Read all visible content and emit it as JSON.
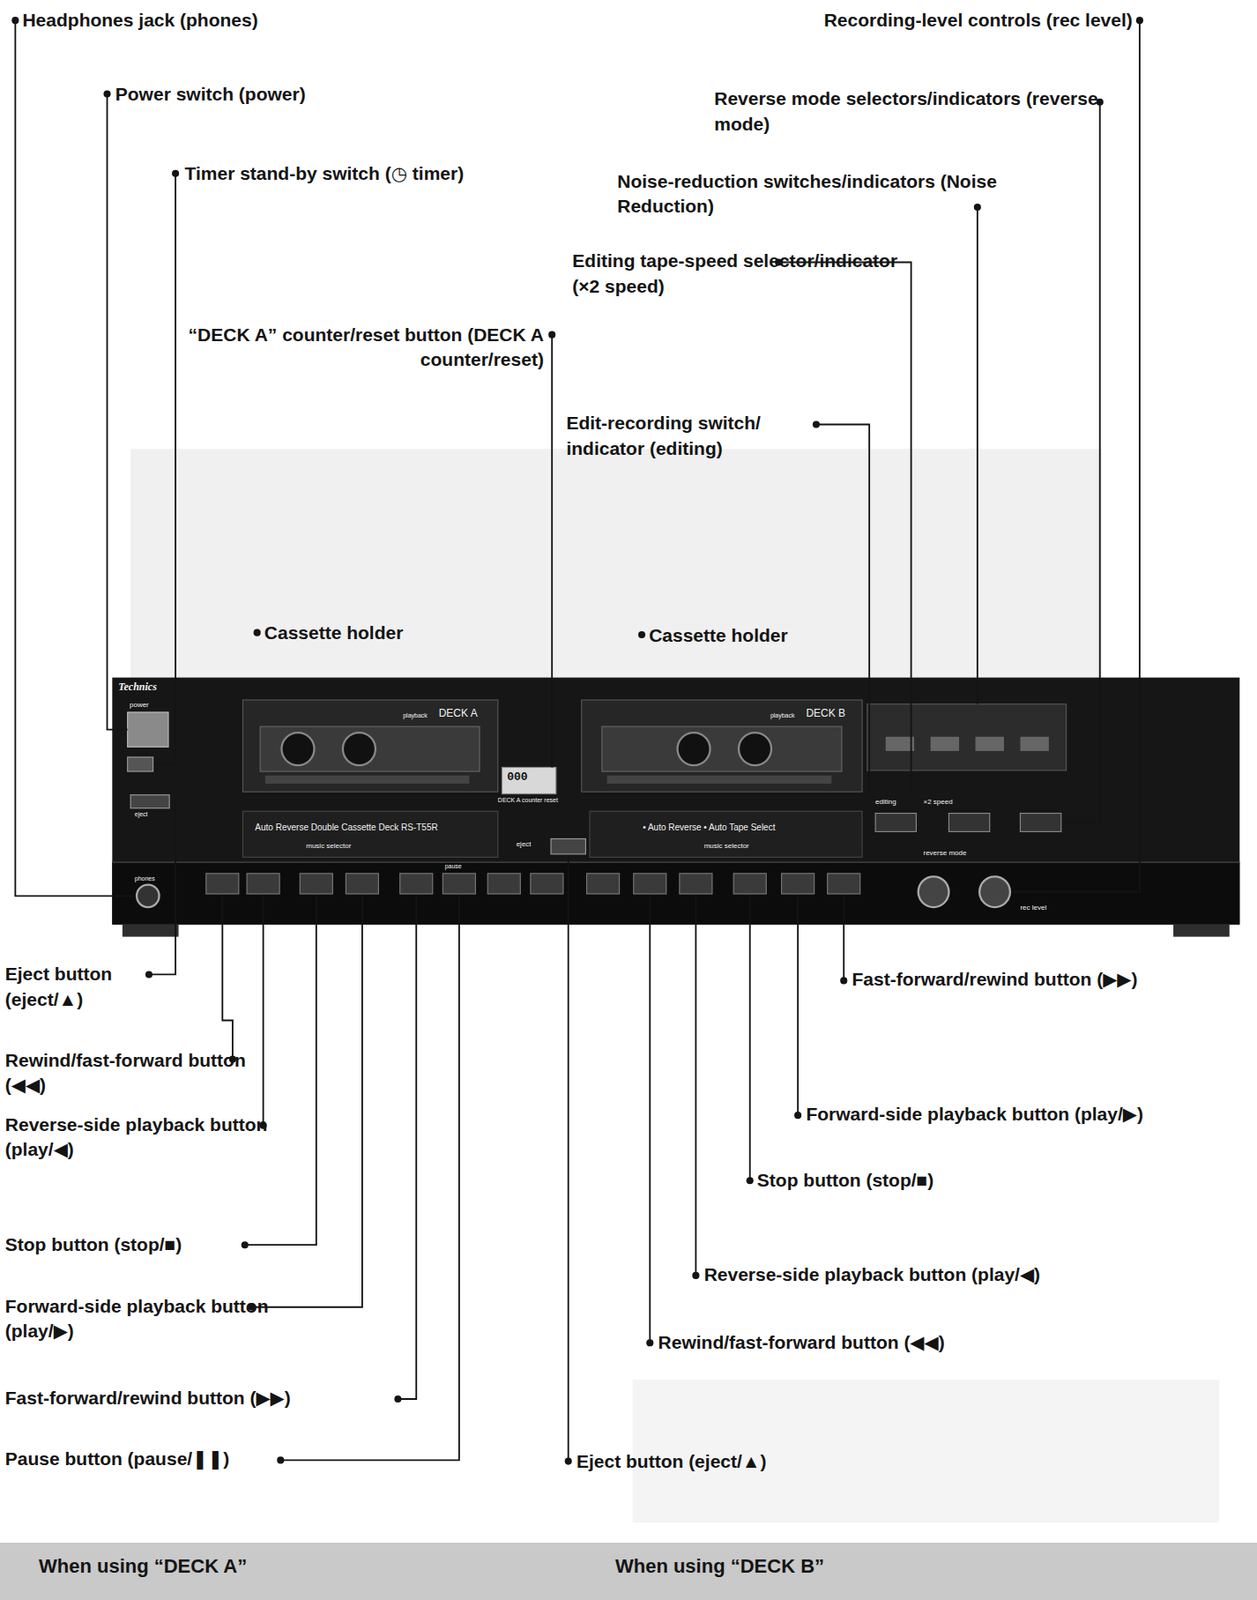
{
  "diagram": {
    "nodes": [
      {
        "text": [
          "When using “DECK A”"
        ]
      },
      {
        "text": [
          "When using “DECK B”"
        ]
      }
    ],
    "labels": [
      "Headphones jack (phones)",
      "Recording-level controls (rec level)",
      "Power switch (power)",
      "Reverse mode selectors/indicators (reverse mode)",
      "Timer stand-by switch (◷ timer)",
      "Noise-reduction switches/indicators (Noise Reduction)",
      "Editing tape-speed selector/indicator (×2 speed)",
      "“DECK A” counter/reset button (DECK A counter/reset)",
      "Edit-recording switch/ indicator (editing)",
      "Cassette holder",
      "Cassette holder",
      "Technics",
      "power",
      "DECK A",
      "000",
      "DECK B",
      "DECK A counter reset",
      "Auto Reverse Double Cassette Deck RS-T55R",
      "• Auto Reverse • Auto Tape Select",
      "music selector",
      "music selector",
      "eject",
      "eject",
      "phones",
      "pause",
      "reverse mode",
      "rec level",
      "editing",
      "×2 speed",
      "Eject button (eject/▲)",
      "Fast-forward/rewind button (▶▶)",
      "Rewind/fast-forward button (◀◀)",
      "Forward-side playback button (play/▶)",
      "Reverse-side playback button (play/◀)",
      "Stop button (stop/■)",
      "Stop button (stop/■)",
      "Reverse-side playback button (play/◀)",
      "Forward-side playback button (play/▶)",
      "Rewind/fast-forward button (◀◀)",
      "Fast-forward/rewind button (▶▶)",
      "Pause button (pause/❚❚)",
      "Eject button (eject/▲)",
      "playback",
      "playback"
    ]
  }
}
